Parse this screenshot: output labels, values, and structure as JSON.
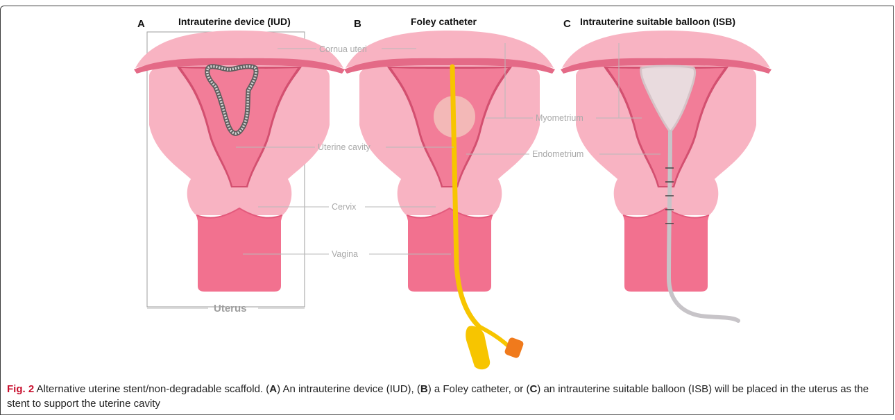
{
  "panels": [
    {
      "letter": "A",
      "title": "Intrauterine device (IUD)"
    },
    {
      "letter": "B",
      "title": "Foley catheter"
    },
    {
      "letter": "C",
      "title": "Intrauterine suitable balloon (ISB)"
    }
  ],
  "labels": {
    "cornua_uteri": "Cornua uteri",
    "myometrium": "Myometrium",
    "uterine_cavity": "Uterine cavity",
    "endometrium": "Endometrium",
    "cervix": "Cervix",
    "vagina": "Vagina",
    "uterus": "Uterus"
  },
  "caption": {
    "fig_no": "Fig. 2",
    "t1": " Alternative uterine stent/non-degradable scaffold. (",
    "a": "A",
    "t2": ") An intrauterine device (IUD), (",
    "b": "B",
    "t3": ") a Foley catheter, or (",
    "c": "C",
    "t4": ") an intrauterine suitable balloon (ISB) will be placed in the uterus as the stent to support the uterine cavity"
  },
  "colors": {
    "uterus_light": "#f8b3c2",
    "uterus_band": "#e46a87",
    "cavity": "#f27d98",
    "vagina": "#f2718f",
    "catheter": "#f7c500",
    "balloon": "#f3c2bc",
    "isb": "#e9e3e5",
    "cap": "#f07a1c"
  }
}
